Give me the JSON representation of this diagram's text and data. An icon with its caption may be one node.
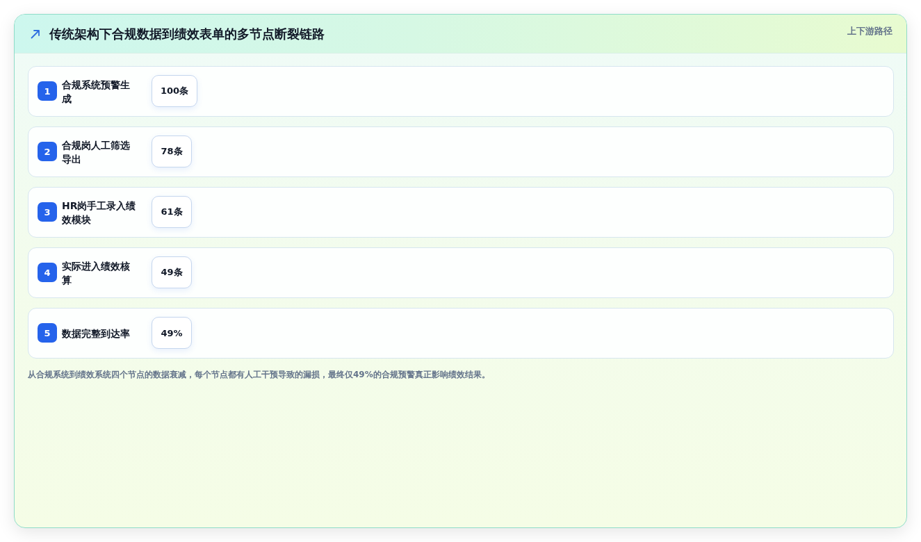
{
  "diagram": {
    "title": "传统架构下合规数据到绩效表单的多节点断裂链路",
    "nodes": [
      {
        "text": [
          "合规系统预警生成"
        ]
      },
      {
        "text": [
          "1"
        ],
        "in": 0
      },
      {
        "text": [
          "100条"
        ],
        "in": 0
      },
      {
        "text": [
          "合规岗人工筛选导出"
        ]
      },
      {
        "text": [
          "2"
        ],
        "in": 3
      },
      {
        "text": [
          "78条"
        ],
        "in": 3
      },
      {
        "text": [
          "HR岗手工录入绩效模块"
        ]
      },
      {
        "text": [
          "3"
        ],
        "in": 6
      },
      {
        "text": [
          "61条"
        ],
        "in": 6
      },
      {
        "text": [
          "实际进入绩效核算"
        ]
      },
      {
        "text": [
          "4"
        ],
        "in": 9
      },
      {
        "text": [
          "49条"
        ],
        "in": 9
      },
      {
        "text": [
          "数据完整到达率"
        ]
      },
      {
        "text": [
          "5"
        ],
        "in": 12
      },
      {
        "text": [
          "49%"
        ],
        "in": 12
      }
    ],
    "labels": [
      "上下游路径"
    ],
    "caption": "从合规系统到绩效系统四个节点的数据衰减，每个节点都有人工干预导致的漏损，最终仅49%的合规预警真正影响绩效结果。"
  }
}
